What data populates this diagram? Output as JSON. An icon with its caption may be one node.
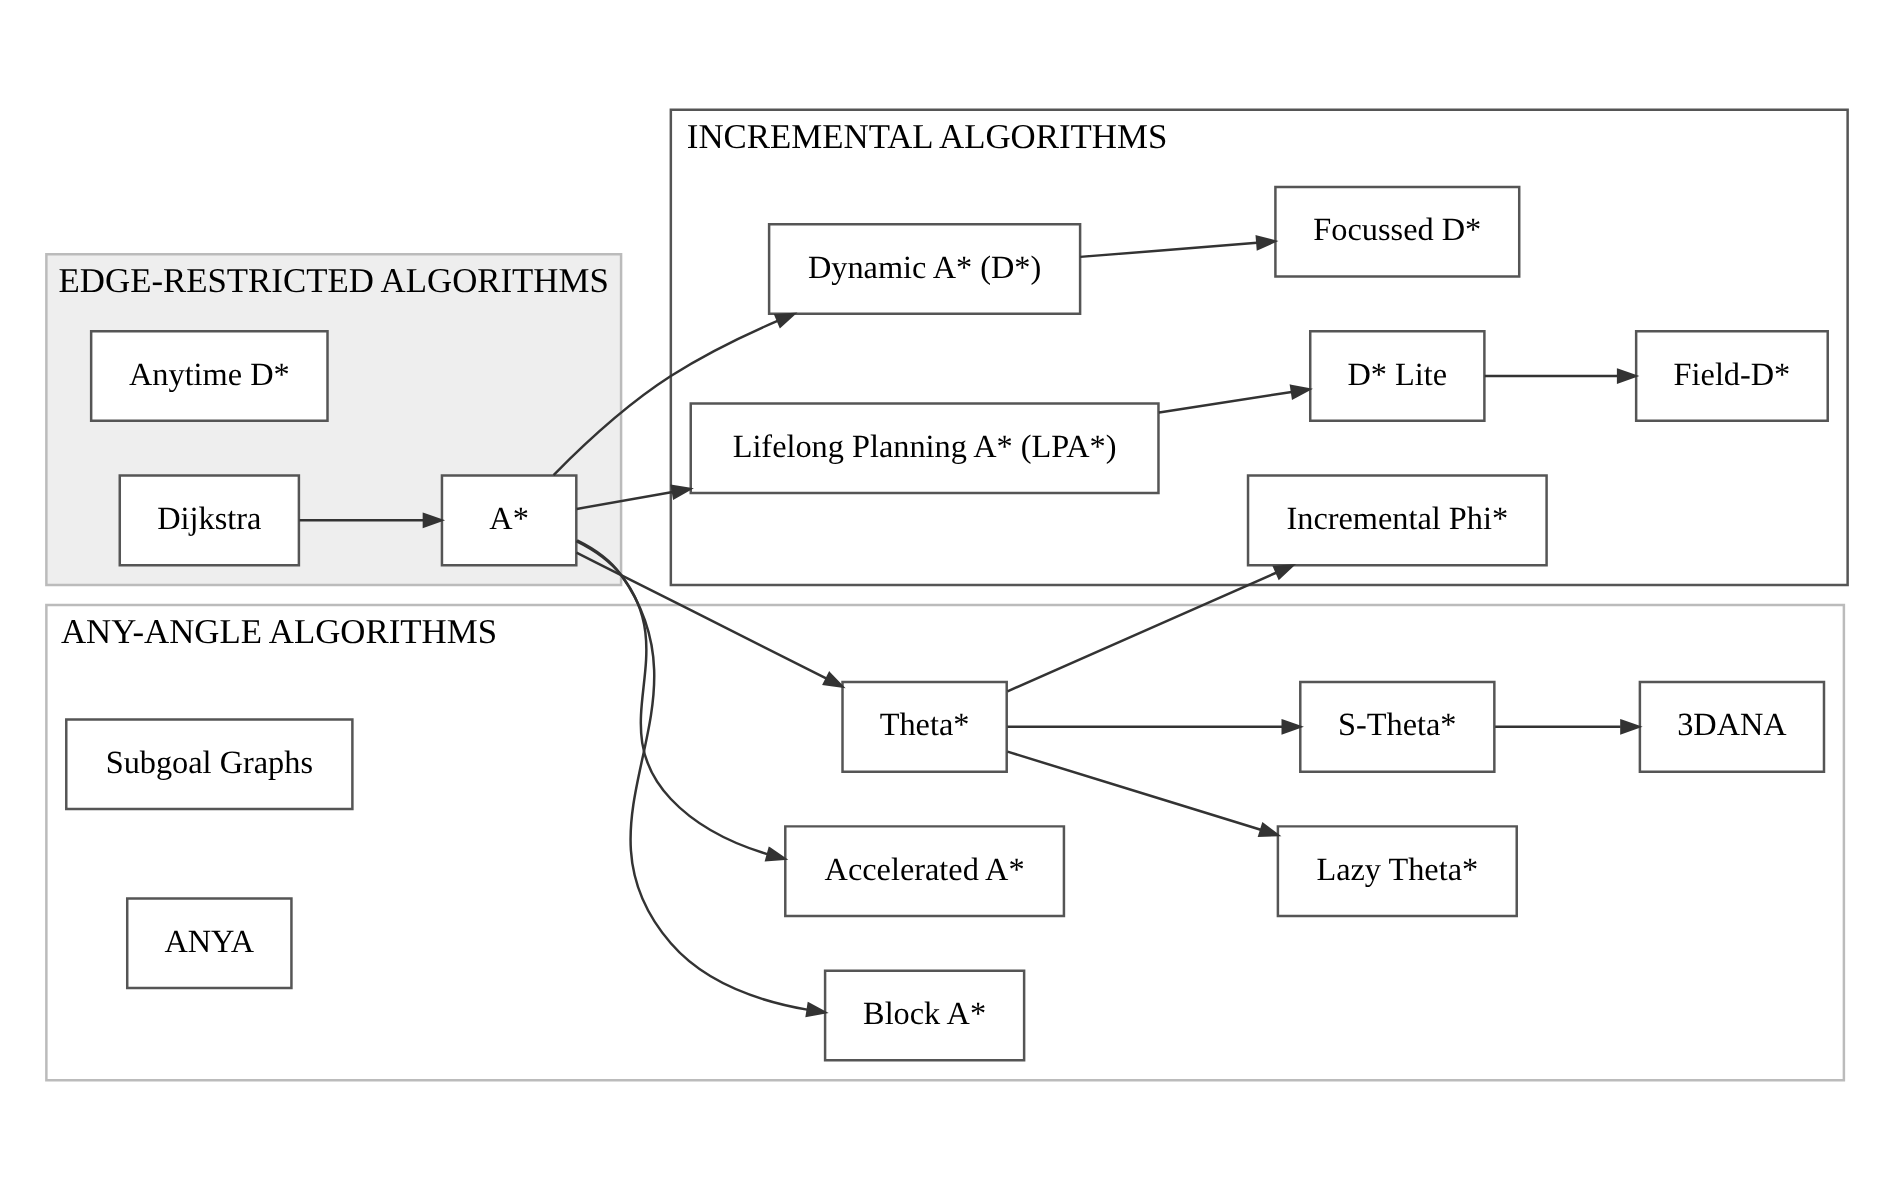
{
  "diagram": {
    "nodes": [
      {
        "text": [
          "EDGE-RESTRICTED ALGORITHMS"
        ]
      },
      {
        "text": [
          "Anytime D*"
        ],
        "in": 0
      },
      {
        "text": [
          "Dijkstra"
        ],
        "in": 0
      },
      {
        "text": [
          "INCREMENTAL ALGORITHMS"
        ]
      },
      {
        "text": [
          "Dynamic A* (D*)"
        ],
        "in": 3
      },
      {
        "text": [
          "Focussed D*"
        ],
        "in": 3
      },
      {
        "text": [
          "A*"
        ],
        "in": 0
      },
      {
        "text": [
          "Lifelong Planning A* (LPA*)"
        ],
        "in": 3
      },
      {
        "text": [
          "D* Lite"
        ],
        "in": 3
      },
      {
        "text": [
          "ANY-ANGLE ALGORITHMS"
        ]
      },
      {
        "text": [
          "Theta*"
        ],
        "in": 9
      },
      {
        "text": [
          "Incremental Phi*"
        ],
        "in": 3
      },
      {
        "text": [
          "Field-D*"
        ],
        "in": 3
      },
      {
        "text": [
          "Lazy Theta*"
        ],
        "in": 9
      },
      {
        "text": [
          "S-Theta*"
        ],
        "in": 9
      },
      {
        "text": [
          "3DANA"
        ],
        "in": 9
      },
      {
        "text": [
          "Accelerated A*"
        ],
        "in": 9
      },
      {
        "text": [
          "Subgoal Graphs"
        ],
        "in": 9
      },
      {
        "text": [
          "Block A*"
        ],
        "in": 9
      },
      {
        "text": [
          "ANYA"
        ],
        "in": 9
      }
    ],
    "edges": [
      {
        "from": 2,
        "to": 6,
        "arrow": "to"
      },
      {
        "from": 6,
        "to": 4,
        "arrow": "to"
      },
      {
        "from": 6,
        "to": 7,
        "arrow": "to"
      },
      {
        "from": 4,
        "to": 5,
        "arrow": "to"
      },
      {
        "from": 7,
        "to": 8,
        "arrow": "to"
      },
      {
        "from": 8,
        "to": 12,
        "arrow": "to"
      },
      {
        "from": 6,
        "to": 10,
        "arrow": "to"
      },
      {
        "from": 10,
        "to": 11,
        "arrow": "to"
      },
      {
        "from": 10,
        "to": 13,
        "arrow": "to"
      },
      {
        "from": 10,
        "to": 14,
        "arrow": "to"
      },
      {
        "from": 14,
        "to": 15,
        "arrow": "to"
      },
      {
        "from": 6,
        "to": 16,
        "arrow": "to"
      },
      {
        "from": 6,
        "to": 18,
        "arrow": "to"
      }
    ]
  }
}
